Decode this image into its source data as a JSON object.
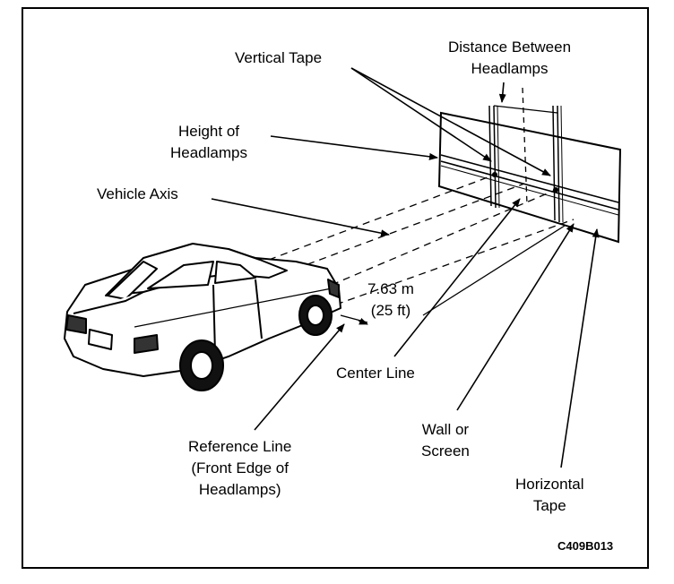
{
  "labels": {
    "vertical_tape": "Vertical Tape",
    "distance_between": [
      "Distance Between",
      "Headlamps"
    ],
    "height_of_headlamps": [
      "Height of",
      "Headlamps"
    ],
    "vehicle_axis": "Vehicle Axis",
    "distance": [
      "7.63 m",
      "(25 ft)"
    ],
    "center_line": "Center Line",
    "wall_or_screen": [
      "Wall or",
      "Screen"
    ],
    "reference_line": [
      "Reference Line",
      "(Front Edge of",
      "Headlamps)"
    ],
    "horizontal_tape": [
      "Horizontal",
      "Tape"
    ]
  },
  "figure_code": "C409B013"
}
